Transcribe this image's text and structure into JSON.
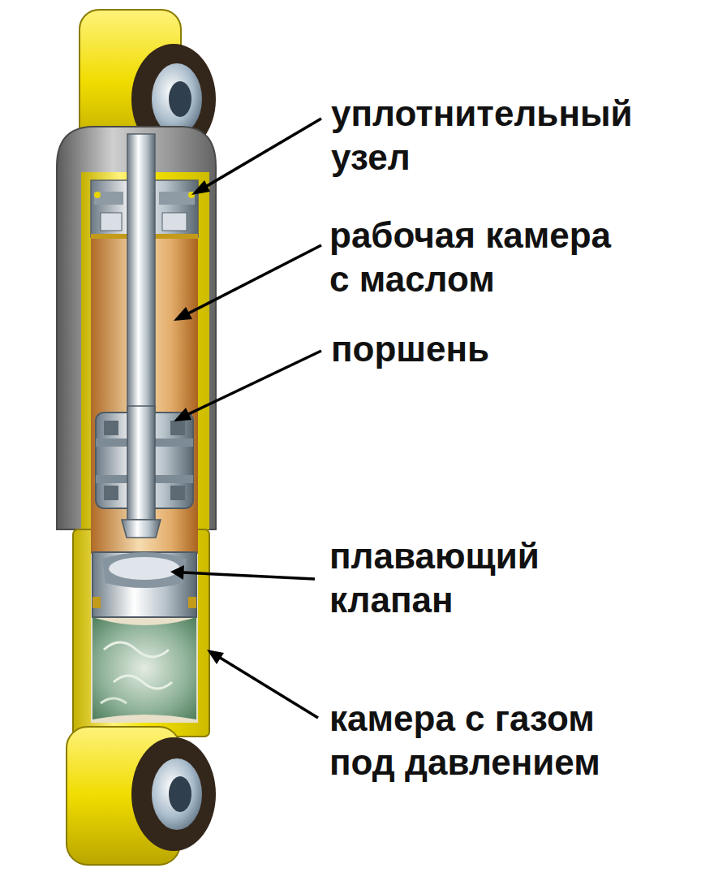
{
  "diagram": {
    "labels": [
      "уплотнительный узел",
      "рабочая камера с маслом",
      "поршень",
      "плавающий клапан",
      "камера с газом под давлением"
    ]
  }
}
